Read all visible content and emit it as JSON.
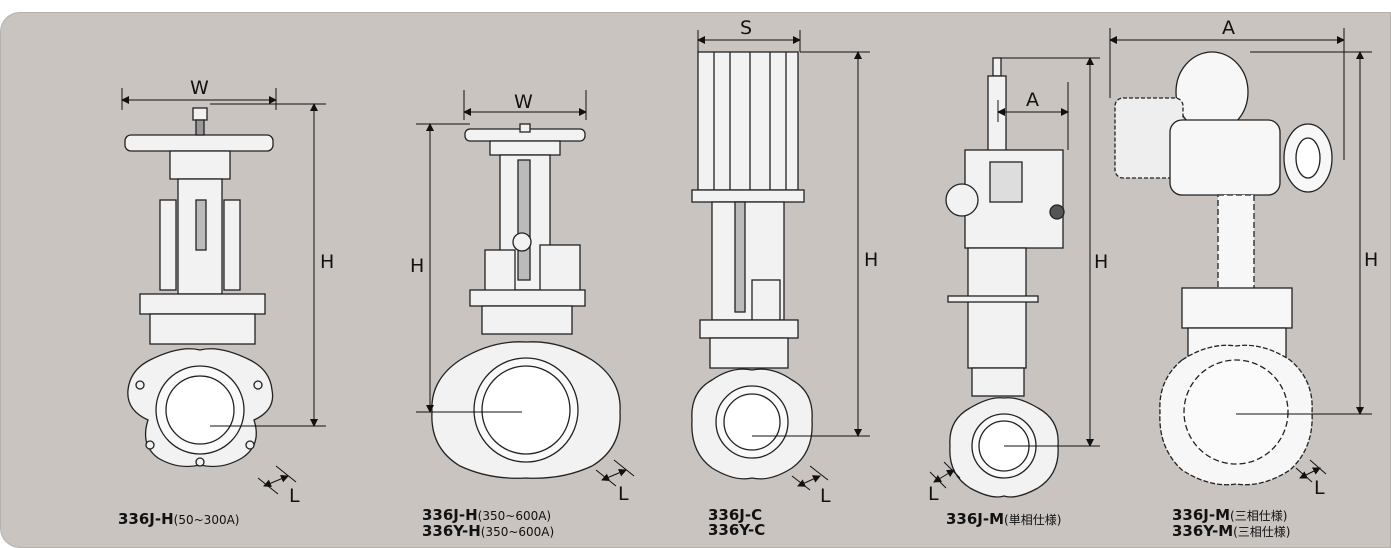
{
  "models": [
    {
      "id": "336j-h-small",
      "caption": [
        {
          "code": "336J-H",
          "spec": "(50~300A)"
        }
      ],
      "dims": {
        "width": "W",
        "height": "H",
        "length": "L"
      }
    },
    {
      "id": "336jy-h-large",
      "caption": [
        {
          "code": "336J-H",
          "spec": "(350~600A)"
        },
        {
          "code": "336Y-H",
          "spec": "(350~600A)"
        }
      ],
      "dims": {
        "width": "W",
        "height": "H",
        "length": "L"
      }
    },
    {
      "id": "336jy-c",
      "caption": [
        {
          "code": "336J-C",
          "spec": ""
        },
        {
          "code": "336Y-C",
          "spec": ""
        }
      ],
      "dims": {
        "width": "S",
        "height": "H",
        "length": "L"
      }
    },
    {
      "id": "336j-m-single",
      "caption": [
        {
          "code": "336J-M",
          "spec": "(単相仕様)"
        }
      ],
      "dims": {
        "width": "A",
        "height": "H",
        "length": "L"
      }
    },
    {
      "id": "336jy-m-three",
      "caption": [
        {
          "code": "336J-M",
          "spec": "(三相仕様)"
        },
        {
          "code": "336Y-M",
          "spec": "(三相仕様)"
        }
      ],
      "dims": {
        "width": "A",
        "height": "H",
        "length": "L"
      }
    }
  ],
  "colors": {
    "panel": "#c9c4c0",
    "valve_fill": "#f2f2f2",
    "line": "#222222"
  }
}
